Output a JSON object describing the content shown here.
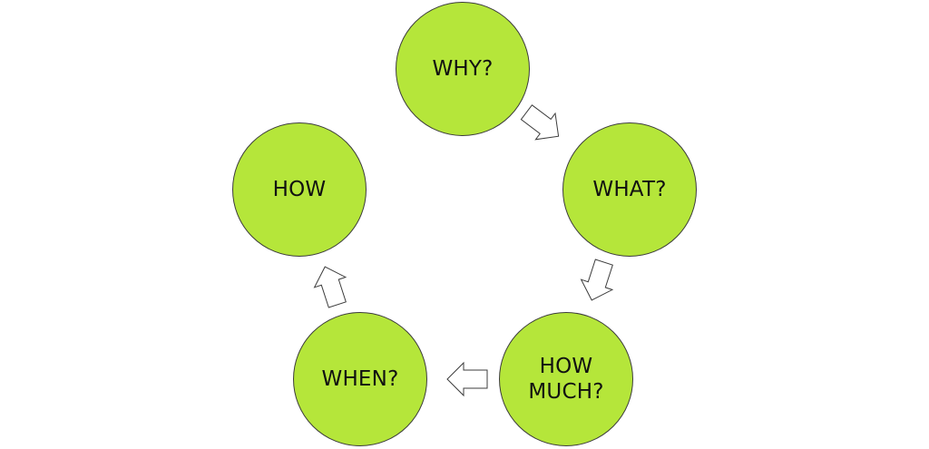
{
  "colors": {
    "node_fill": "#B5E63A",
    "node_stroke": "#3C3C3C",
    "arrow_fill": "#FFFFFF",
    "arrow_stroke": "#3C3C3C",
    "text": "#111111"
  },
  "cycle": {
    "nodes": [
      {
        "id": "why",
        "label": "WHY?"
      },
      {
        "id": "what",
        "label": "WHAT?"
      },
      {
        "id": "how-much",
        "label": "HOW\nMUCH?"
      },
      {
        "id": "when",
        "label": "WHEN?"
      },
      {
        "id": "how",
        "label": "HOW"
      }
    ],
    "connectors": [
      {
        "from": "why",
        "to": "what"
      },
      {
        "from": "what",
        "to": "how-much"
      },
      {
        "from": "how-much",
        "to": "when"
      },
      {
        "from": "when",
        "to": "how"
      }
    ]
  }
}
